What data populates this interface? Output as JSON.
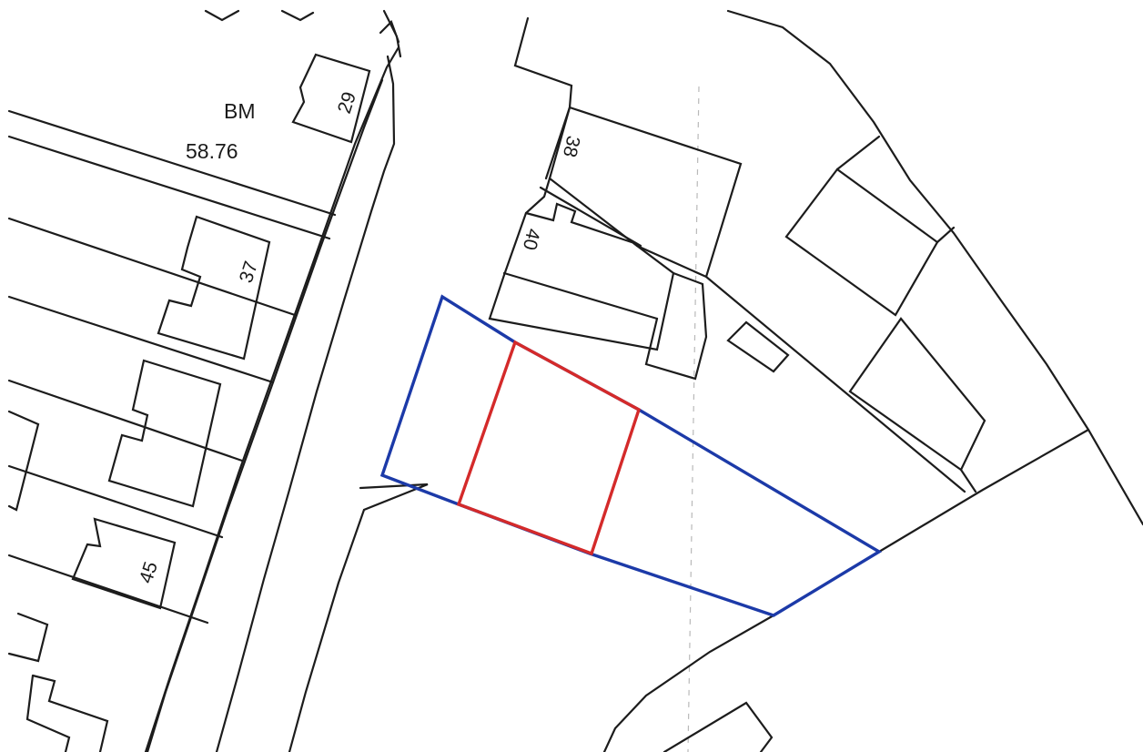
{
  "map": {
    "benchmark": {
      "label": "BM",
      "value": "58.76"
    },
    "house_numbers": [
      "29",
      "38",
      "40",
      "37",
      "45"
    ],
    "boundaries": {
      "site_outline_color": "#d42a2a",
      "ownership_outline_color": "#1c3aa8"
    }
  }
}
